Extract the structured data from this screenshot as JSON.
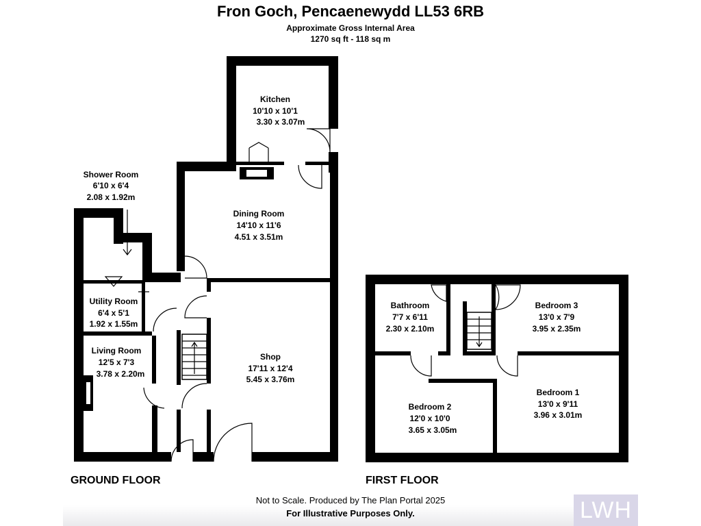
{
  "header": {
    "title": "Fron Goch, Pencaenewydd LL53 6RB",
    "area_label": "Approximate Gross Internal Area",
    "area_value": "1270 sq ft - 118 sq m"
  },
  "floors": {
    "ground": {
      "label": "GROUND FLOOR",
      "rooms": {
        "kitchen": {
          "name": "Kitchen",
          "imperial": "10'10 x 10'1",
          "metric": "3.30 x 3.07m"
        },
        "shower": {
          "name": "Shower Room",
          "imperial": "6'10 x 6'4",
          "metric": "2.08 x 1.92m"
        },
        "dining": {
          "name": "Dining Room",
          "imperial": "14'10 x 11'6",
          "metric": "4.51 x 3.51m"
        },
        "utility": {
          "name": "Utility Room",
          "imperial": "6'4 x 5'1",
          "metric": "1.92 x 1.55m"
        },
        "living": {
          "name": "Living Room",
          "imperial": "12'5 x 7'3",
          "metric": "3.78 x 2.20m"
        },
        "shop": {
          "name": "Shop",
          "imperial": "17'11 x 12'4",
          "metric": "5.45 x 3.76m"
        }
      }
    },
    "first": {
      "label": "FIRST FLOOR",
      "rooms": {
        "bathroom": {
          "name": "Bathroom",
          "imperial": "7'7 x 6'11",
          "metric": "2.30 x 2.10m"
        },
        "bedroom3": {
          "name": "Bedroom 3",
          "imperial": "13'0 x 7'9",
          "metric": "3.95 x 2.35m"
        },
        "bedroom2": {
          "name": "Bedroom 2",
          "imperial": "12'0 x 10'0",
          "metric": "3.65 x 3.05m"
        },
        "bedroom1": {
          "name": "Bedroom 1",
          "imperial": "13'0 x 9'11",
          "metric": "3.96 x 3.01m"
        }
      }
    }
  },
  "footer": {
    "note": "Not to Scale. Produced by The Plan Portal 2025",
    "disclaimer": "For Illustrative Purposes Only.",
    "logo_text": "LWH"
  },
  "colors": {
    "wall": "#000000",
    "logo_bg": "#d9d6e8"
  }
}
